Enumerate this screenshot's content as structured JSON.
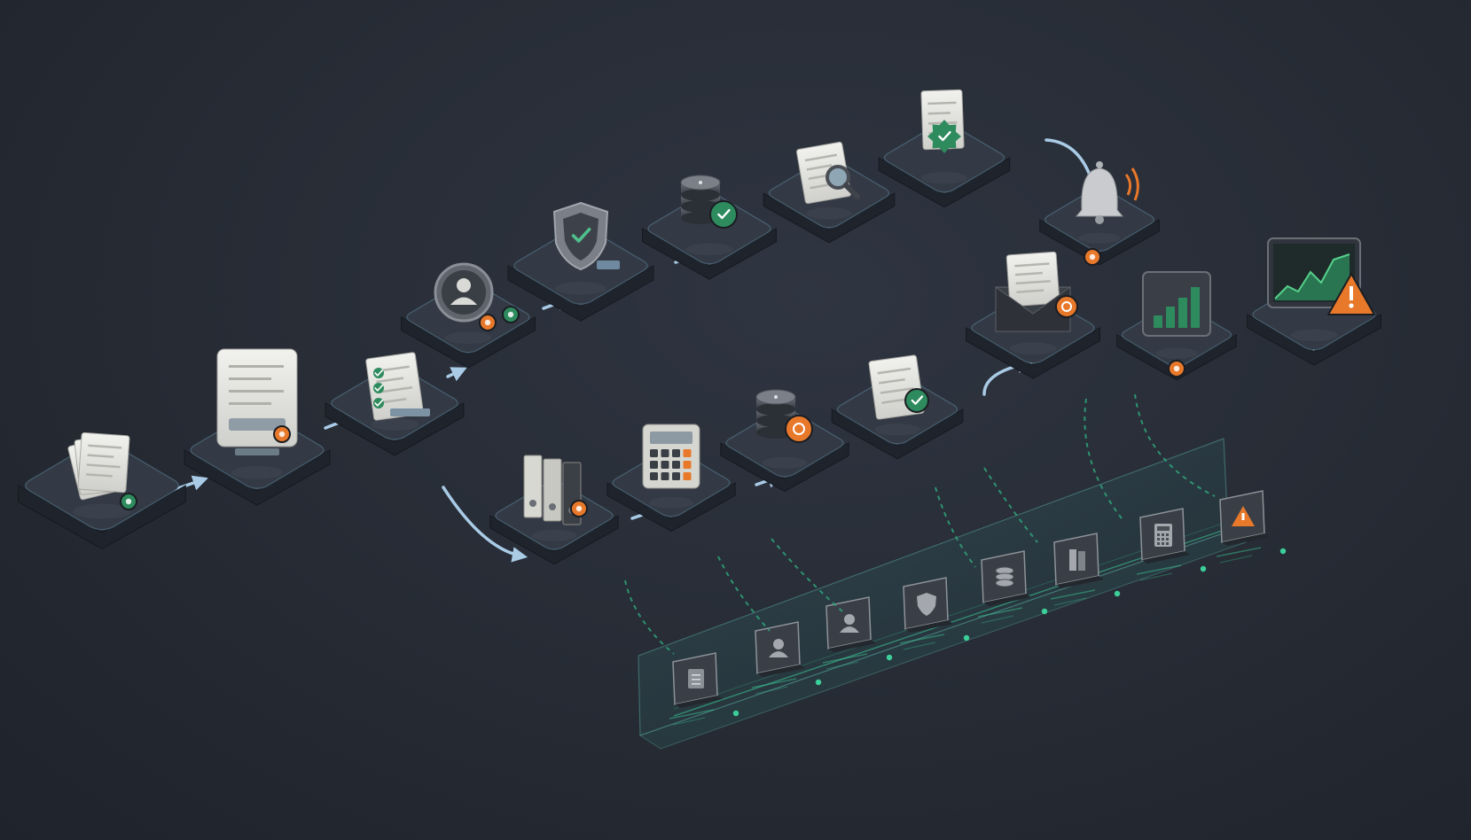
{
  "colors": {
    "background": "#262b34",
    "tile_top": "#343a45",
    "tile_side": "#1f242c",
    "tile_edge": "#5b7f95",
    "flow_arrow": "#a9cbe6",
    "dashed_link": "#2fa37a",
    "accent_green": "#2e8b5e",
    "accent_orange": "#e8782a",
    "paper": "#e6e6e2",
    "timeline_glow": "#3ccf9a"
  },
  "nodes": [
    {
      "id": "intake",
      "icon": "document-stack-icon",
      "badge": "green"
    },
    {
      "id": "form",
      "icon": "form-card-icon",
      "badge": "orange"
    },
    {
      "id": "checklist",
      "icon": "checklist-icon",
      "badge": "none"
    },
    {
      "id": "identity",
      "icon": "user-avatar-icon",
      "badge": "orange-green"
    },
    {
      "id": "security",
      "icon": "shield-check-icon",
      "badge": "none"
    },
    {
      "id": "database-verify",
      "icon": "database-check-icon",
      "badge": "green"
    },
    {
      "id": "document-review",
      "icon": "document-magnifier-icon",
      "badge": "none"
    },
    {
      "id": "approval",
      "icon": "certified-document-icon",
      "badge": "green"
    },
    {
      "id": "notification",
      "icon": "bell-icon",
      "badge": "orange"
    },
    {
      "id": "archive",
      "icon": "binders-icon",
      "badge": "orange"
    },
    {
      "id": "calculation",
      "icon": "calculator-icon",
      "badge": "none"
    },
    {
      "id": "database-process",
      "icon": "database-clock-icon",
      "badge": "orange"
    },
    {
      "id": "document-approved",
      "icon": "document-check-icon",
      "badge": "green"
    },
    {
      "id": "mail",
      "icon": "envelope-icon",
      "badge": "orange"
    },
    {
      "id": "bar-report",
      "icon": "bar-chart-icon",
      "badge": "orange"
    },
    {
      "id": "dashboard-alert",
      "icon": "line-chart-warning-icon",
      "badge": "orange"
    }
  ],
  "audit_trail": {
    "cards": [
      {
        "icon": "document-icon"
      },
      {
        "icon": "user-icon"
      },
      {
        "icon": "user-icon"
      },
      {
        "icon": "shield-icon"
      },
      {
        "icon": "database-icon"
      },
      {
        "icon": "binder-icon"
      },
      {
        "icon": "calculator-icon"
      },
      {
        "icon": "warning-icon"
      }
    ]
  }
}
